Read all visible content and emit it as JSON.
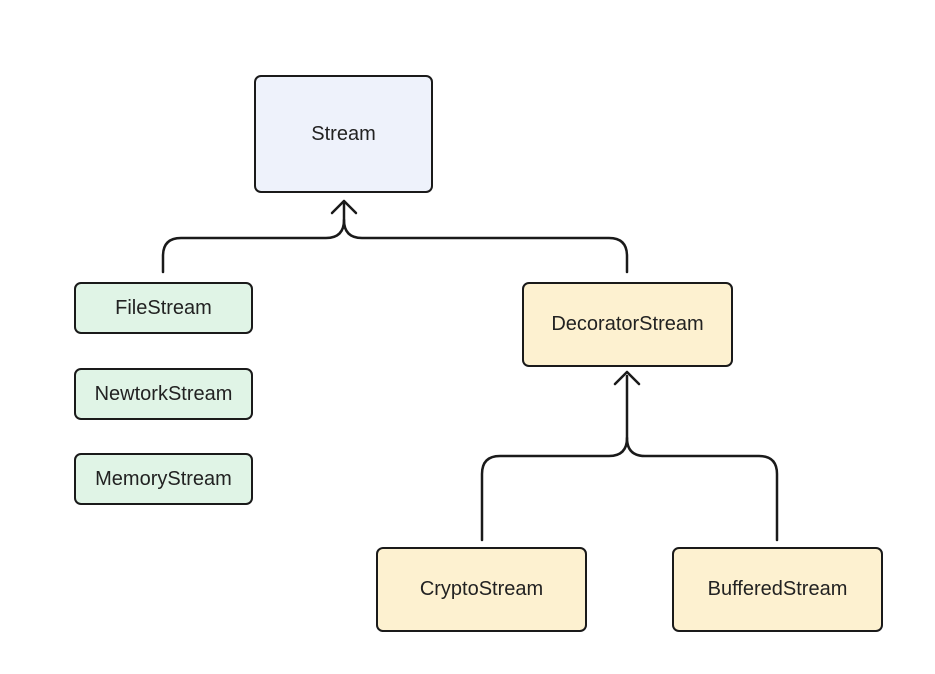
{
  "colors": {
    "stroke": "#1a1a1a",
    "base_fill": "#eef2fb",
    "concrete_fill": "#e0f4e6",
    "decorator_fill": "#fdf1d0"
  },
  "nodes": {
    "stream": "Stream",
    "file_stream": "FileStream",
    "network_stream": "NewtorkStream",
    "memory_stream": "MemoryStream",
    "decorator_stream": "DecoratorStream",
    "crypto_stream": "CryptoStream",
    "buffered_stream": "BufferedStream"
  }
}
